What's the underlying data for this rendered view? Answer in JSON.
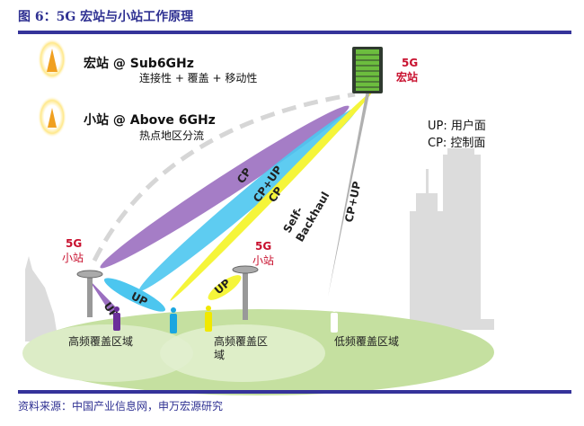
{
  "figure": {
    "title": "图 6：5G 宏站与小站工作原理",
    "source": "资料来源：中国产业信息网，申万宏源研究"
  },
  "legend": {
    "macro_title": "宏站 @ Sub6GHz",
    "macro_desc": "连接性 + 覆盖 + 移动性",
    "small_title": "小站 @ Above 6GHz",
    "small_desc": "热点地区分流",
    "up_def": "UP: 用户面",
    "cp_def": "CP: 控制面"
  },
  "stations": {
    "macro_5g": "5G",
    "macro_name": "宏站",
    "small1_5g": "5G",
    "small1_name": "小站",
    "small2_5g": "5G",
    "small2_name": "小站"
  },
  "beams": {
    "purple": "CP",
    "blue": "CP+UP",
    "yellow": "CP",
    "self_backhaul_1": "Self-",
    "self_backhaul_2": "Backhaul",
    "gray": "CP+UP",
    "up_blue": "UP",
    "up_purple": "UP",
    "up_yellow": "UP"
  },
  "areas": {
    "high1": "高频覆盖区域",
    "high2_line1": "高频覆盖区",
    "high2_line2": "域",
    "low": "低频覆盖区域"
  },
  "colors": {
    "accent": "#35339a",
    "red": "#c8102e",
    "purple": "#9b6fc0",
    "blue": "#4cc6ef",
    "yellow": "#f5f53a",
    "ground": "#c5e0a0"
  }
}
